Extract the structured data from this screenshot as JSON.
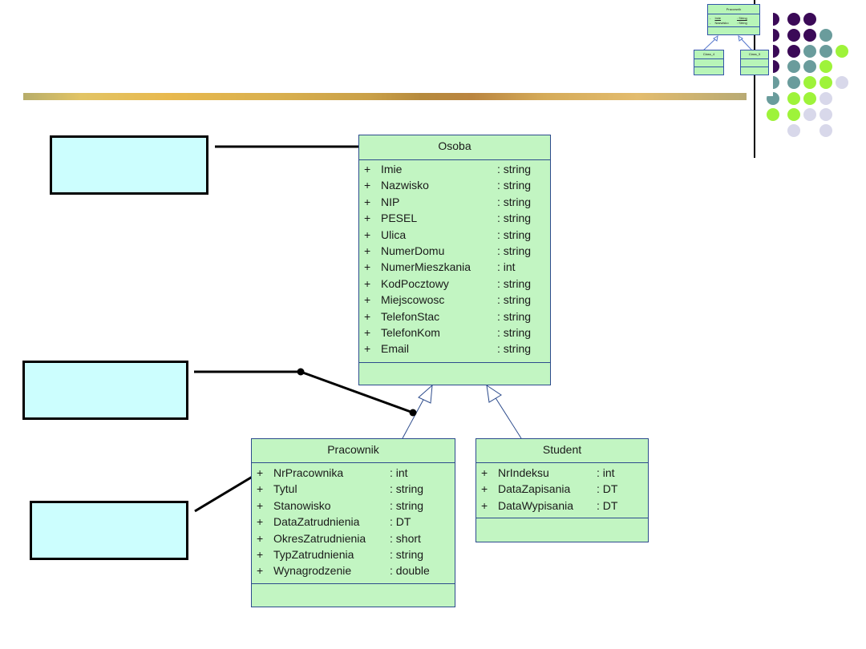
{
  "decoration": {
    "dot_colors": {
      "purple": "#3b0a57",
      "teal": "#6a9c9c",
      "lime": "#9ef33a",
      "lavender": "#d8d8ea"
    },
    "note_fill": "#ccfefe",
    "class_fill": "#c2f5c2"
  },
  "thumbnail": {
    "main_class": {
      "name": "Pracownik",
      "attributes": [
        {
          "vis": "-",
          "name": "Imie",
          "type": ": String"
        },
        {
          "vis": "-",
          "name": "Nazwisko",
          "type": ": String"
        }
      ]
    },
    "sub_classes": [
      "Class_4",
      "Class_5"
    ]
  },
  "classes": {
    "osoba": {
      "name": "Osoba",
      "attributes": [
        {
          "vis": "+",
          "name": "Imie",
          "type": ": string"
        },
        {
          "vis": "+",
          "name": "Nazwisko",
          "type": ": string"
        },
        {
          "vis": "+",
          "name": "NIP",
          "type": ": string"
        },
        {
          "vis": "+",
          "name": "PESEL",
          "type": ": string"
        },
        {
          "vis": "+",
          "name": "Ulica",
          "type": ": string"
        },
        {
          "vis": "+",
          "name": "NumerDomu",
          "type": ": string"
        },
        {
          "vis": "+",
          "name": "NumerMieszkania",
          "type": ": int"
        },
        {
          "vis": "+",
          "name": "KodPocztowy",
          "type": ": string"
        },
        {
          "vis": "+",
          "name": "Miejscowosc",
          "type": ": string"
        },
        {
          "vis": "+",
          "name": "TelefonStac",
          "type": ": string"
        },
        {
          "vis": "+",
          "name": "TelefonKom",
          "type": ": string"
        },
        {
          "vis": "+",
          "name": "Email",
          "type": ": string"
        }
      ]
    },
    "pracownik": {
      "name": "Pracownik",
      "attributes": [
        {
          "vis": "+",
          "name": "NrPracownika",
          "type": ": int"
        },
        {
          "vis": "+",
          "name": "Tytul",
          "type": ": string"
        },
        {
          "vis": "+",
          "name": "Stanowisko",
          "type": ": string"
        },
        {
          "vis": "+",
          "name": "DataZatrudnienia",
          "type": ": DT"
        },
        {
          "vis": "+",
          "name": "OkresZatrudnienia",
          "type": ": short"
        },
        {
          "vis": "+",
          "name": "TypZatrudnienia",
          "type": ": string"
        },
        {
          "vis": "+",
          "name": "Wynagrodzenie",
          "type": ": double"
        }
      ]
    },
    "student": {
      "name": "Student",
      "attributes": [
        {
          "vis": "+",
          "name": "NrIndeksu",
          "type": ": int"
        },
        {
          "vis": "+",
          "name": "DataZapisania",
          "type": ": DT"
        },
        {
          "vis": "+",
          "name": "DataWypisania",
          "type": ": DT"
        }
      ]
    }
  },
  "notes": [
    {
      "text": "",
      "target": "Osoba"
    },
    {
      "text": "",
      "target": "generalization Pracownik-Osoba"
    },
    {
      "text": "",
      "target": "Pracownik"
    }
  ],
  "relationships": [
    {
      "type": "generalization",
      "from": "Pracownik",
      "to": "Osoba"
    },
    {
      "type": "generalization",
      "from": "Student",
      "to": "Osoba"
    }
  ]
}
